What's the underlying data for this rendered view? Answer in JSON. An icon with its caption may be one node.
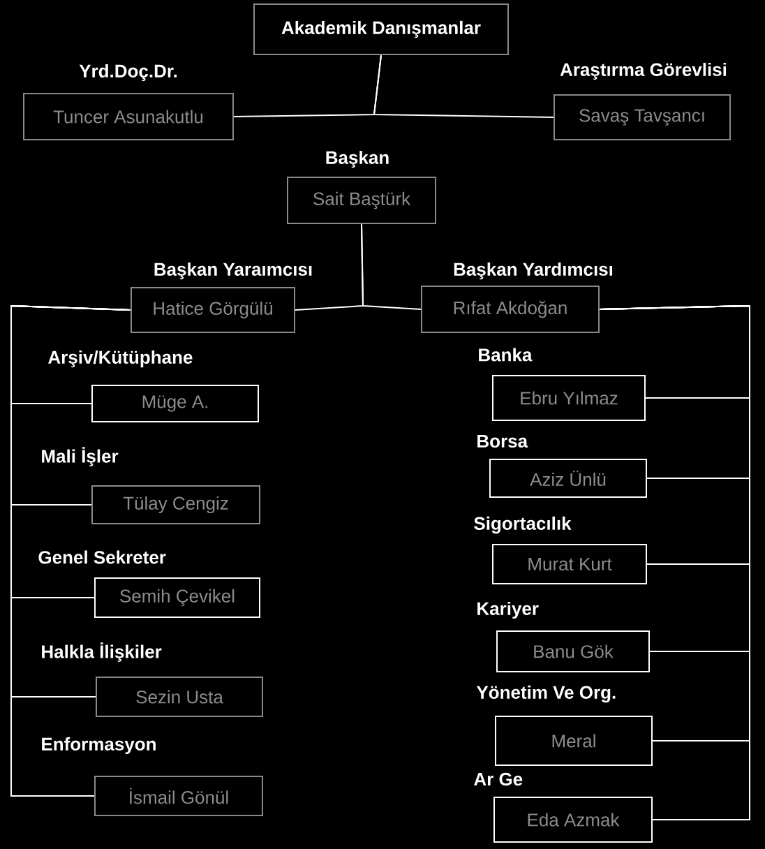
{
  "diagram": {
    "nodes": [
      {
        "text": [
          "Akademik Danışmanlar"
        ]
      },
      {
        "text": [
          "Yrd.Doç.Dr.",
          "Tuncer Asunakutlu"
        ]
      },
      {
        "text": [
          "Araştırma Görevlisi",
          "Savaş Tavşancı"
        ]
      },
      {
        "text": [
          "Başkan",
          "Sait Baştürk"
        ]
      },
      {
        "text": [
          "Başkan Yaraımcısı",
          "Hatice Görgülü"
        ]
      },
      {
        "text": [
          "Başkan Yardımcısı",
          "Rıfat Akdoğan"
        ]
      },
      {
        "text": [
          "Arşiv/Kütüphane",
          "Müge A."
        ]
      },
      {
        "text": [
          "Mali İşler",
          "Tülay Cengiz"
        ]
      },
      {
        "text": [
          "Genel Sekreter",
          "Semih Çevikel"
        ]
      },
      {
        "text": [
          "Halkla İlişkiler",
          "Sezin Usta"
        ]
      },
      {
        "text": [
          "Enformasyon",
          "İsmail Gönül"
        ]
      },
      {
        "text": [
          "Banka",
          "Ebru Yılmaz"
        ]
      },
      {
        "text": [
          "Borsa",
          "Aziz Ünlü"
        ]
      },
      {
        "text": [
          "Sigortacılık",
          "Murat Kurt"
        ]
      },
      {
        "text": [
          "Kariyer",
          "Banu Gök"
        ]
      },
      {
        "text": [
          "Yönetim Ve Org.",
          "Meral"
        ]
      },
      {
        "text": [
          "Ar Ge",
          "Eda Azmak"
        ]
      }
    ],
    "edges": [
      {
        "from": 0,
        "to": 1,
        "arrow": "none"
      },
      {
        "from": 0,
        "to": 2,
        "arrow": "none"
      },
      {
        "from": 3,
        "to": 4,
        "arrow": "none"
      },
      {
        "from": 3,
        "to": 5,
        "arrow": "none"
      },
      {
        "from": 4,
        "to": 6,
        "arrow": "none"
      },
      {
        "from": 4,
        "to": 7,
        "arrow": "none"
      },
      {
        "from": 4,
        "to": 8,
        "arrow": "none"
      },
      {
        "from": 4,
        "to": 9,
        "arrow": "none"
      },
      {
        "from": 4,
        "to": 10,
        "arrow": "none"
      },
      {
        "from": 5,
        "to": 11,
        "arrow": "none"
      },
      {
        "from": 5,
        "to": 12,
        "arrow": "none"
      },
      {
        "from": 5,
        "to": 13,
        "arrow": "none"
      },
      {
        "from": 5,
        "to": 14,
        "arrow": "none"
      },
      {
        "from": 5,
        "to": 15,
        "arrow": "none"
      },
      {
        "from": 5,
        "to": 16,
        "arrow": "none"
      }
    ]
  }
}
